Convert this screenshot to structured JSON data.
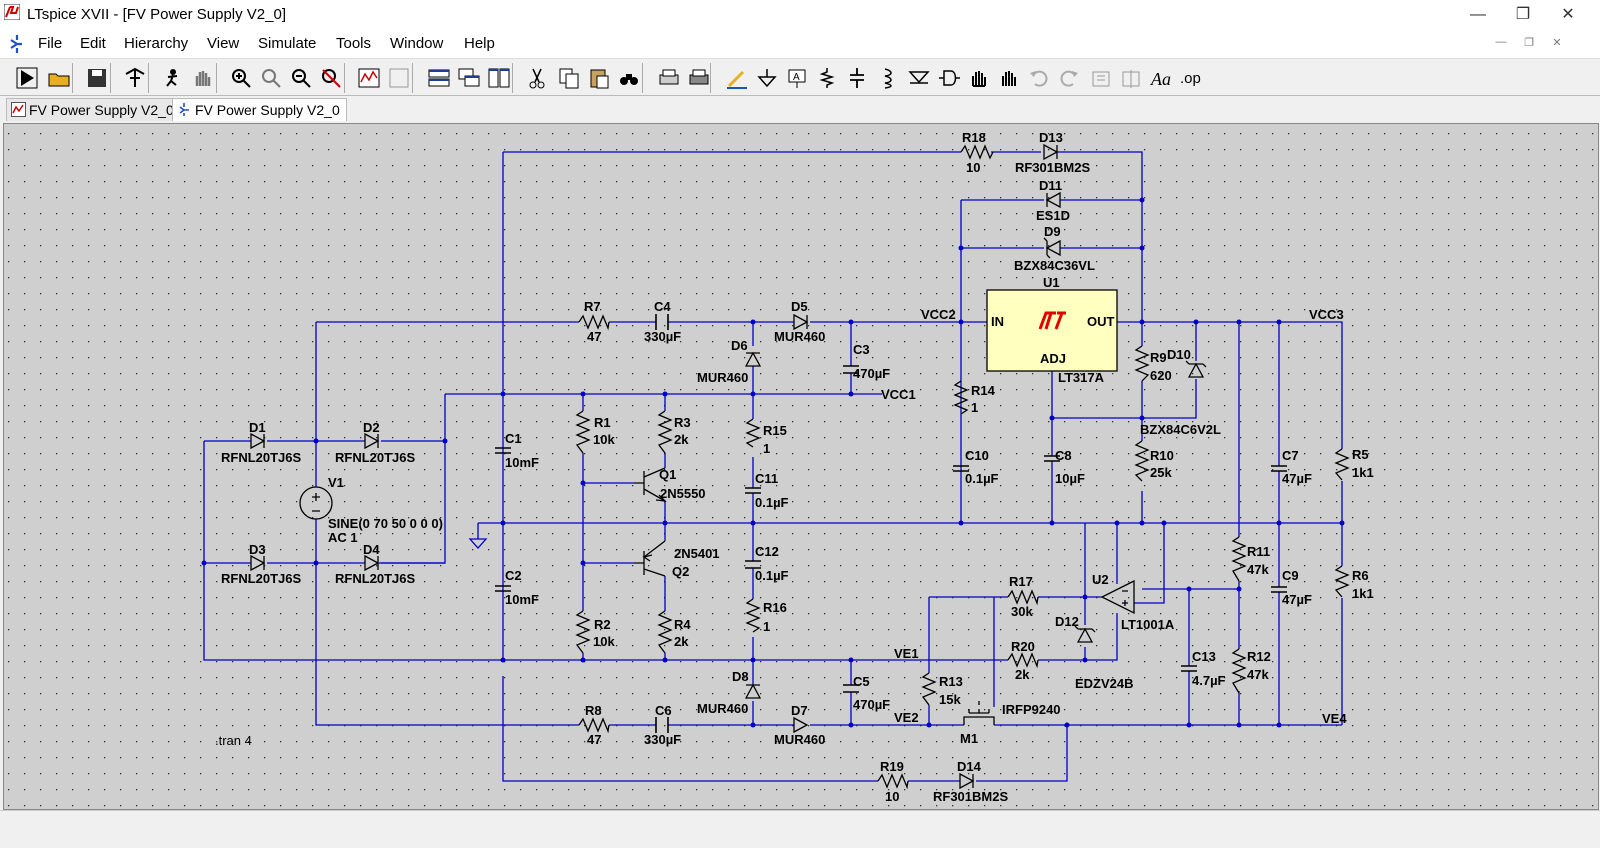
{
  "window": {
    "title": "LTspice XVII - [FV Power Supply V2_0]"
  },
  "menu": [
    "File",
    "Edit",
    "Hierarchy",
    "View",
    "Simulate",
    "Tools",
    "Window",
    "Help"
  ],
  "toolbar_icons": [
    "run-icon",
    "open-icon",
    "save-icon",
    "control-panel-icon",
    "halt-icon",
    "pan-icon",
    "zoom-area-icon",
    "zoom-in-icon",
    "zoom-out-icon",
    "zoom-cancel-icon",
    "waveform-icon",
    "autorange-icon",
    "tile-horizontal-icon",
    "cascade-icon",
    "tile-vertical-icon",
    "cut-icon",
    "copy-icon",
    "paste-icon",
    "find-icon",
    "print-preview-icon",
    "print-icon",
    "draw-wire-icon",
    "ground-icon",
    "label-net-icon",
    "resistor-icon",
    "capacitor-icon",
    "inductor-icon",
    "diode-icon",
    "component-icon",
    "move-icon",
    "drag-icon",
    "undo-icon",
    "redo-icon",
    "rotate-icon",
    "mirror-icon",
    "text-icon",
    "spice-directive-icon"
  ],
  "tabs": [
    {
      "label": "FV Power Supply V2_0",
      "icon": "waveform-icon",
      "active": false
    },
    {
      "label": "FV Power Supply V2_0",
      "icon": "schematic-icon",
      "active": true
    }
  ],
  "schematic": {
    "labels": {
      "R18": "R18",
      "R18v": "10",
      "D13": "D13",
      "D13v": "RF301BM2S",
      "D11": "D11",
      "D11v": "ES1D",
      "D9": "D9",
      "D9v": "BZX84C36VL",
      "U1": "U1",
      "U1v": "LT317A",
      "IN": "IN",
      "OUT": "OUT",
      "ADJ": "ADJ",
      "R7": "R7",
      "R7v": "47",
      "C4": "C4",
      "C4v": "330µF",
      "D5": "D5",
      "D5v": "MUR460",
      "VCC2": "VCC2",
      "VCC3": "VCC3",
      "VCC1": "VCC1",
      "D6": "D6",
      "D6v": "MUR460",
      "C3": "C3",
      "C3v": "470µF",
      "R9": "R9",
      "R9v": "620",
      "D10": "D10",
      "D10v": "BZX84C6V2L",
      "R14": "R14",
      "R14v": "1",
      "R15": "R15",
      "R15v": "1",
      "D1": "D1",
      "D1v": "RFNL20TJ6S",
      "D2": "D2",
      "D2v": "RFNL20TJ6S",
      "D3": "D3",
      "D3v": "RFNL20TJ6S",
      "D4": "D4",
      "D4v": "RFNL20TJ6S",
      "R1": "R1",
      "R1v": "10k",
      "R3": "R3",
      "R3v": "2k",
      "C1": "C1",
      "C1v": "10mF",
      "Q1": "Q1",
      "Q1v": "2N5550",
      "V1": "V1",
      "V1v": "SINE(0 70 50 0 0 0)",
      "V1ac": "AC 1",
      "C11": "C11",
      "C11v": "0.1µF",
      "C10": "C10",
      "C10v": "0.1µF",
      "C8": "C8",
      "C8v": "10µF",
      "R10": "R10",
      "R10v": "25k",
      "C7": "C7",
      "C7v": "47µF",
      "R5": "R5",
      "R5v": "1k1",
      "Q2": "Q2",
      "Q2v": "2N5401",
      "C12": "C12",
      "C12v": "0.1µF",
      "R11": "R11",
      "R11v": "47k",
      "U2": "U2",
      "U2v": "LT1001A",
      "C9": "C9",
      "C9v": "47µF",
      "R6": "R6",
      "R6v": "1k1",
      "C2": "C2",
      "C2v": "10mF",
      "R17": "R17",
      "R17v": "30k",
      "D12": "D12",
      "D12v": "EDZV24B",
      "R16": "R16",
      "R16v": "1",
      "R2": "R2",
      "R2v": "10k",
      "R4": "R4",
      "R4v": "2k",
      "R20": "R20",
      "R20v": "2k",
      "VE1": "VE1",
      "C13": "C13",
      "C13v": "4.7µF",
      "R12": "R12",
      "R12v": "47k",
      "D8": "D8",
      "D8v": "MUR460",
      "C5": "C5",
      "C5v": "470µF",
      "R13": "R13",
      "R13v": "15k",
      "M1": "M1",
      "M1v": "IRFP9240",
      "R8": "R8",
      "R8v": "47",
      "C6": "C6",
      "C6v": "330µF",
      "D7": "D7",
      "D7v": "MUR460",
      "VE2": "VE2",
      "VE4": "VE4",
      "tran": ".tran 4",
      "R19": "R19",
      "R19v": "10",
      "D14": "D14",
      "D14v": "RF301BM2S"
    }
  },
  "colors": {
    "wire": "#0000c8",
    "canvas": "#cfcfcf",
    "ic_fill": "#ffffc0",
    "lt_logo": "#e00000"
  }
}
